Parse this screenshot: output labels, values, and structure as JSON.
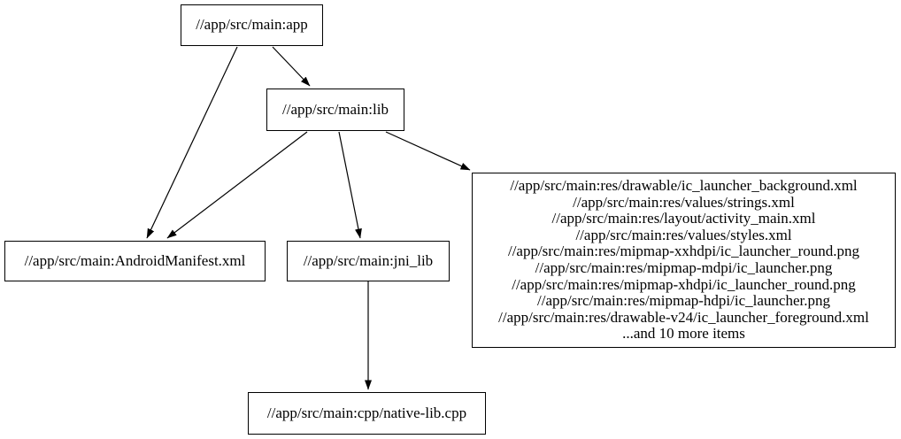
{
  "colors": {
    "background": "#ffffff",
    "node_fill": "#ffffff",
    "node_border": "#000000",
    "edge": "#000000",
    "text": "#000000"
  },
  "nodes": {
    "app": {
      "label": "//app/src/main:app"
    },
    "lib": {
      "label": "//app/src/main:lib"
    },
    "android_manifest": {
      "label": "//app/src/main:AndroidManifest.xml"
    },
    "jni_lib": {
      "label": "//app/src/main:jni_lib"
    },
    "native_lib_cpp": {
      "label": "//app/src/main:cpp/native-lib.cpp"
    },
    "resources": {
      "lines": [
        "//app/src/main:res/drawable/ic_launcher_background.xml",
        "//app/src/main:res/values/strings.xml",
        "//app/src/main:res/layout/activity_main.xml",
        "//app/src/main:res/values/styles.xml",
        "//app/src/main:res/mipmap-xxhdpi/ic_launcher_round.png",
        "//app/src/main:res/mipmap-mdpi/ic_launcher.png",
        "//app/src/main:res/mipmap-xhdpi/ic_launcher_round.png",
        "//app/src/main:res/mipmap-hdpi/ic_launcher.png",
        "//app/src/main:res/drawable-v24/ic_launcher_foreground.xml",
        "...and 10 more items"
      ]
    }
  },
  "edges": [
    {
      "from": "app",
      "to": "lib"
    },
    {
      "from": "app",
      "to": "android_manifest"
    },
    {
      "from": "lib",
      "to": "android_manifest"
    },
    {
      "from": "lib",
      "to": "jni_lib"
    },
    {
      "from": "lib",
      "to": "resources"
    },
    {
      "from": "jni_lib",
      "to": "native_lib_cpp"
    }
  ]
}
